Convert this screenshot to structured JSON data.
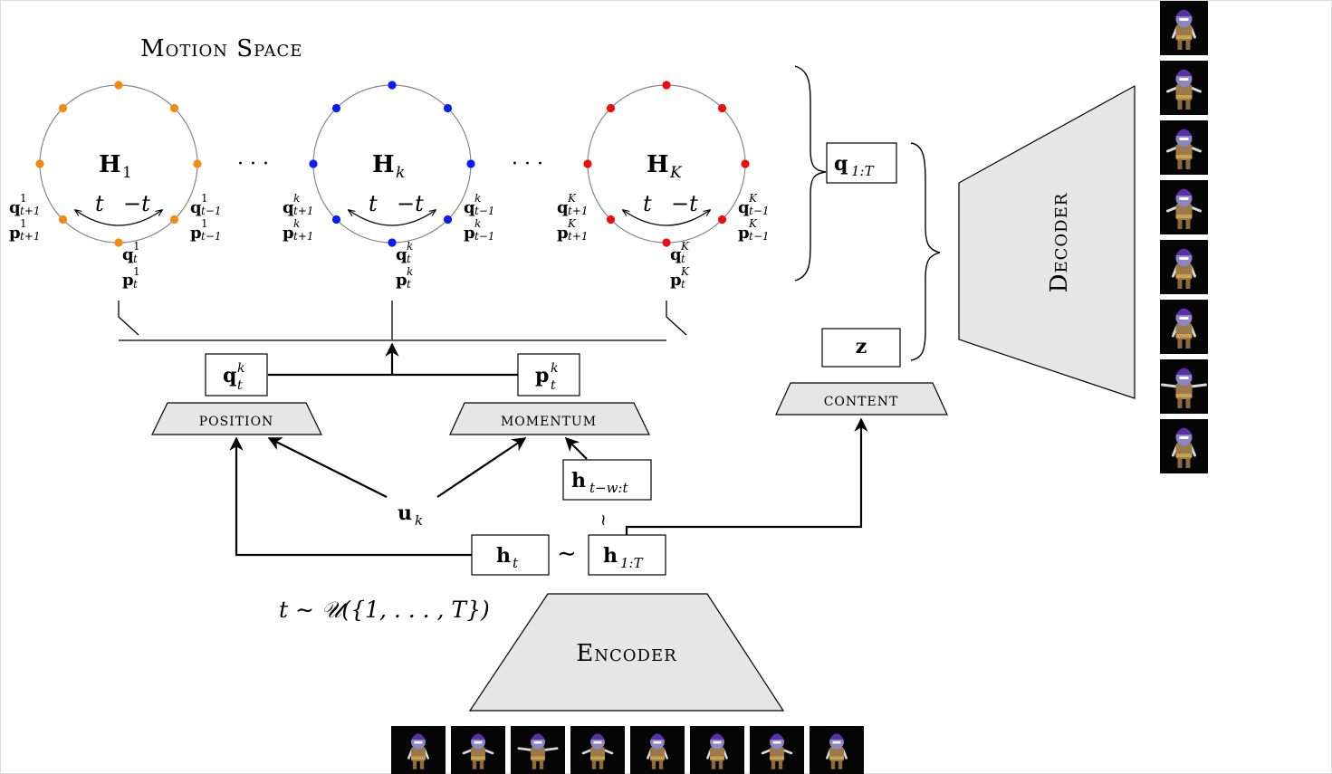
{
  "title": "Motion Space",
  "ellipsis": "· · ·",
  "colors": {
    "orange": "#f28a12",
    "blue": "#0a1cf5",
    "red": "#ee0d0d",
    "trapezoid_fill": "#e6e6e6",
    "line": "#000000",
    "circle": "#888888"
  },
  "circles": [
    {
      "main": "H",
      "sub": "1",
      "sup": "1",
      "color": "orange"
    },
    {
      "main": "H",
      "sub": "k",
      "sup": "k",
      "color": "blue"
    },
    {
      "main": "H",
      "sub": "K",
      "sup": "K",
      "color": "red"
    }
  ],
  "circle_text": {
    "arrow_left": "t",
    "arrow_right": "−t",
    "q": "q",
    "p": "p",
    "sub_next": "t+1",
    "sub_prev": "t−1",
    "sub_now": "t"
  },
  "boxes": {
    "q_1T": {
      "main": "q",
      "sub": "1:T"
    },
    "z": "z",
    "q_tk": {
      "main": "q",
      "sub": "t",
      "sup": "k"
    },
    "p_tk": {
      "main": "p",
      "sub": "t",
      "sup": "k"
    },
    "h_tw": {
      "main": "h",
      "sub": "t−w:t"
    },
    "h_t": {
      "main": "h",
      "sub": "t"
    },
    "h_1T": {
      "main": "h",
      "sub": "1:T"
    }
  },
  "modules": {
    "position": "position",
    "momentum": "momentum",
    "content": "content",
    "encoder": "Encoder",
    "decoder": "Decoder"
  },
  "u_k": {
    "main": "u",
    "sub": "k"
  },
  "sim": "∼",
  "tilde": "~",
  "sampling": "t ∼ 𝒰({1, . . . , T})",
  "frames": {
    "input_count": 8,
    "output_count": 8
  }
}
